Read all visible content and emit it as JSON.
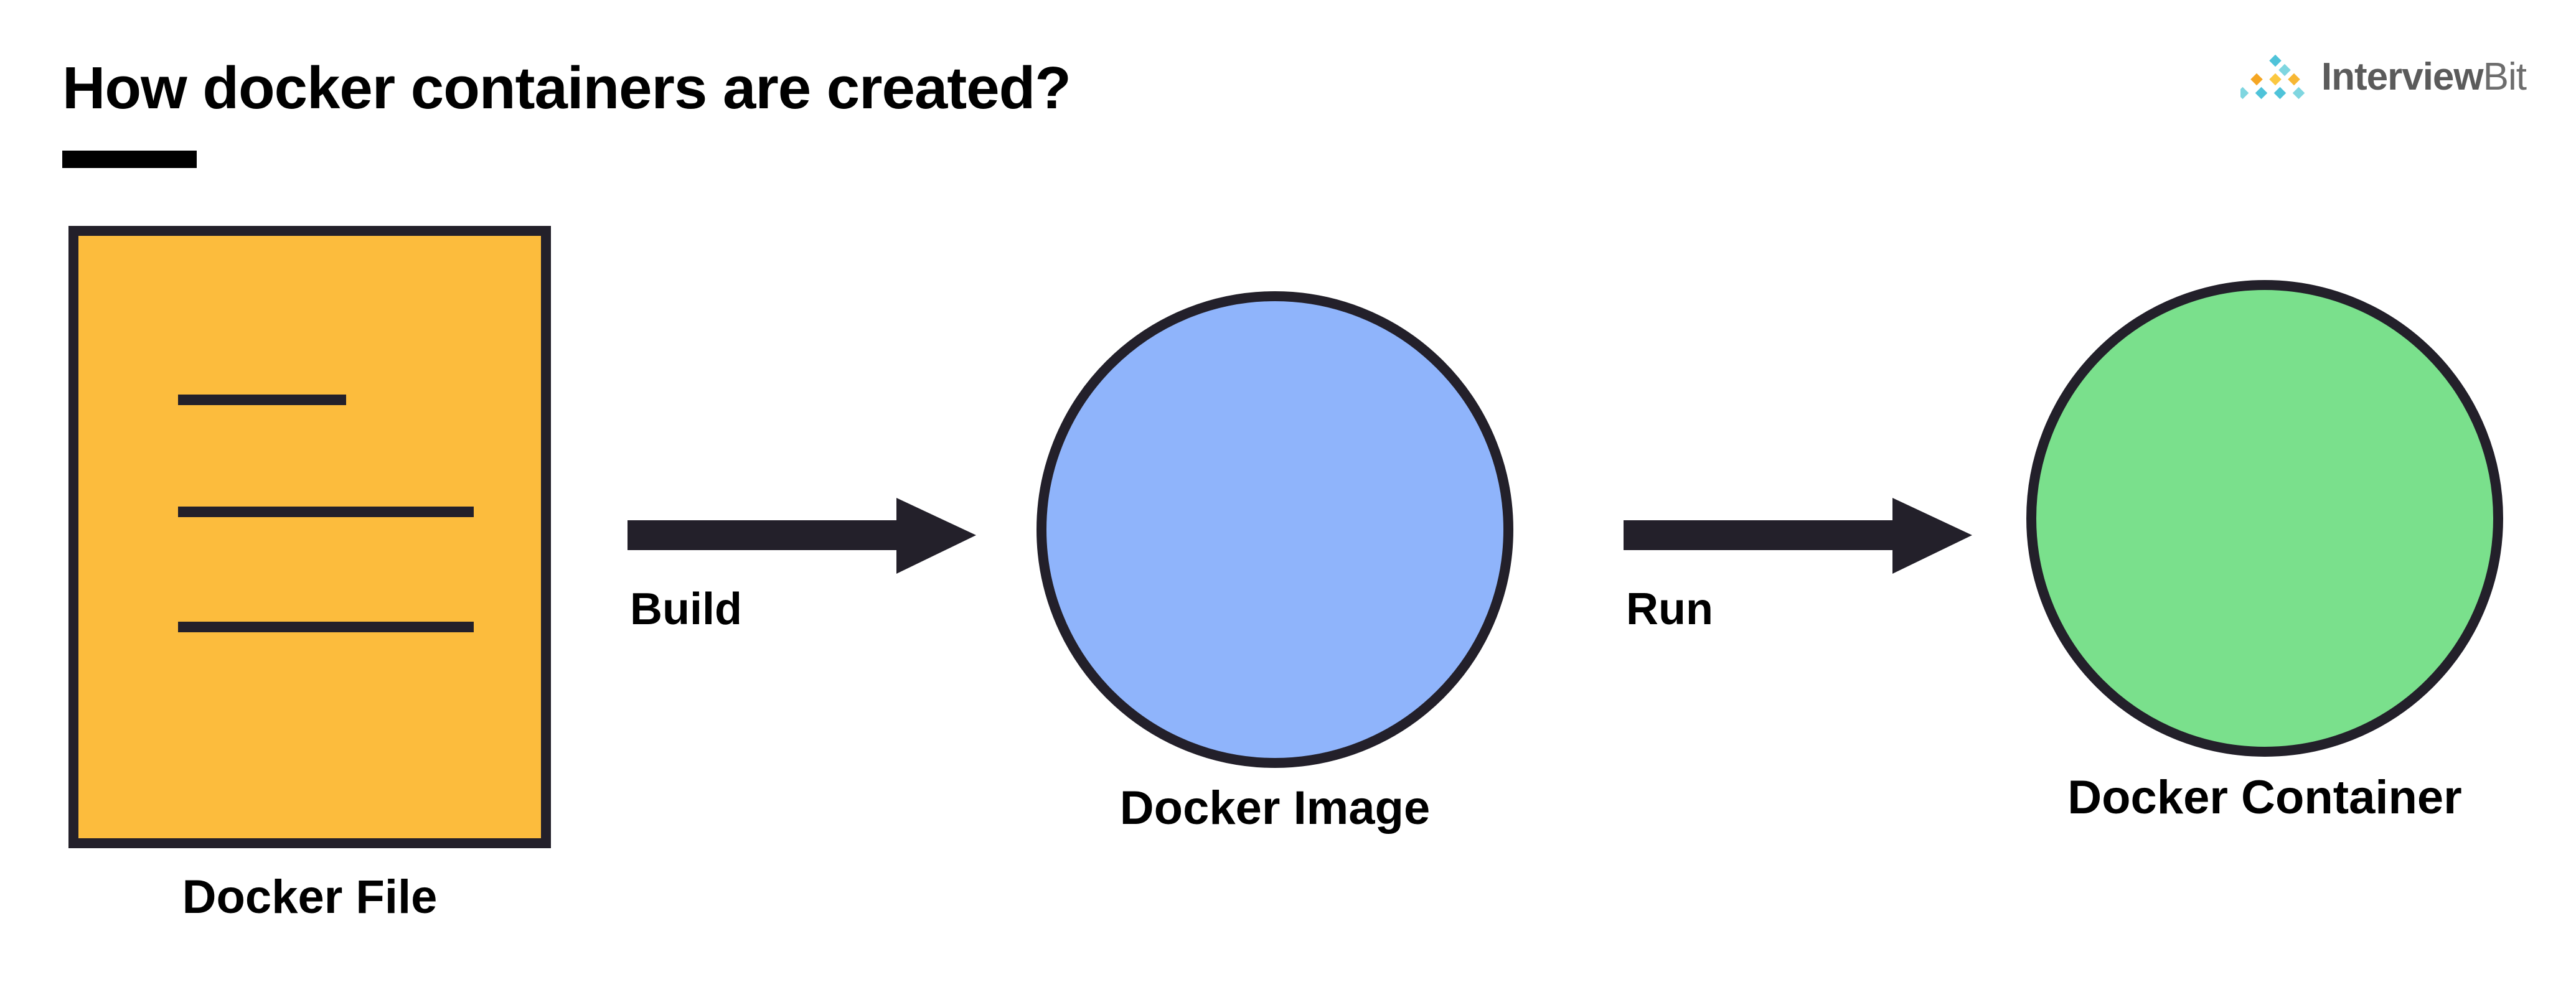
{
  "page": {
    "title": "How docker containers are created?",
    "background_color": "#FFFFFF"
  },
  "brand": {
    "name_bold": "Interview",
    "name_light": "Bit",
    "logo_icon": "interviewbit-diamond-logo",
    "text_color": "#5B5B5B",
    "diamond_colors": [
      "#4FC3D9",
      "#F5A623",
      "#FBC840",
      "#7FD6E0",
      "#F7B733"
    ]
  },
  "diagram": {
    "type": "flow",
    "nodes": [
      {
        "id": "docker-file",
        "label": "Docker File",
        "shape": "rectangle",
        "fill": "#FCBC3D",
        "stroke": "#23202A",
        "content_lines": 3
      },
      {
        "id": "docker-image",
        "label": "Docker Image",
        "shape": "circle",
        "fill": "#8FB4FB",
        "stroke": "#23202A"
      },
      {
        "id": "docker-container",
        "label": "Docker Container",
        "shape": "circle",
        "fill": "#7AE08C",
        "stroke": "#23202A"
      }
    ],
    "edges": [
      {
        "id": "build",
        "label": "Build",
        "from": "docker-file",
        "to": "docker-image",
        "direction": "right",
        "color": "#23202A"
      },
      {
        "id": "run",
        "label": "Run",
        "from": "docker-image",
        "to": "docker-container",
        "direction": "right",
        "color": "#23202A"
      }
    ]
  }
}
